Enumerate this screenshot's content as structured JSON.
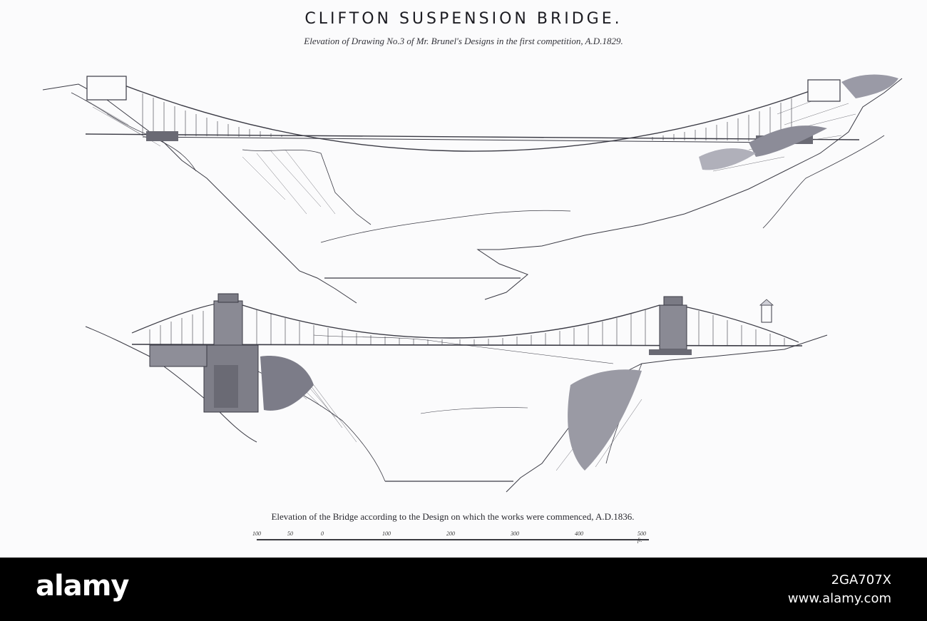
{
  "plate": {
    "title": "CLIFTON SUSPENSION BRIDGE.",
    "subtitle": "Elevation of Drawing No.3 of Mr. Brunel's Designs in the first competition, A.D.1829.",
    "caption": "Elevation of the Bridge according to the Design on which the works were commenced, A.D.1836."
  },
  "scale": {
    "labels": [
      "100",
      "50",
      "0",
      "100",
      "200",
      "300",
      "400",
      "500 ft."
    ]
  },
  "footer": {
    "logo": "alamy",
    "image_id": "2GA707X",
    "site": "www.alamy.com"
  }
}
